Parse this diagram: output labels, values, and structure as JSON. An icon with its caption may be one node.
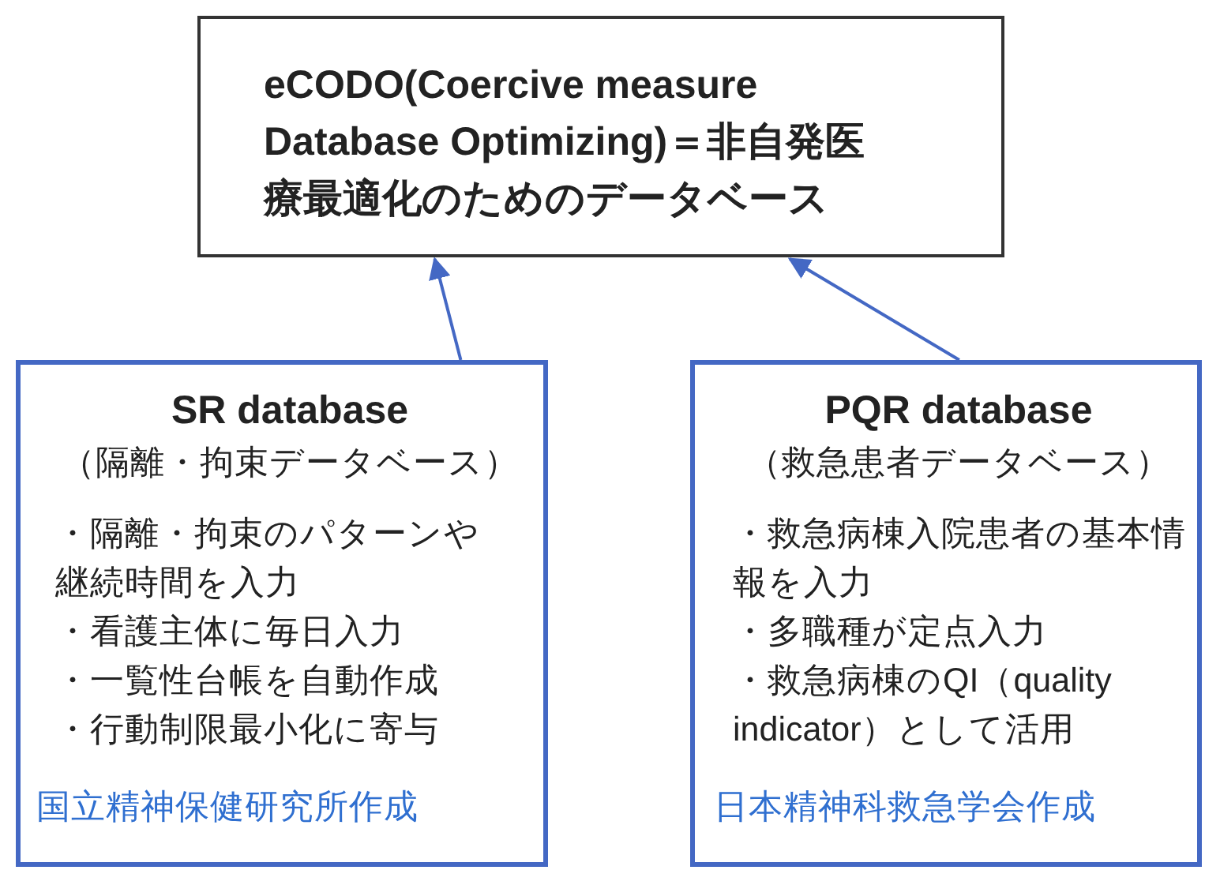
{
  "diagram": {
    "nodes": [
      {
        "text": [
          "eCODO(Coercive measure Database Optimizing)＝非自発医療最適化のためのデータベース"
        ]
      },
      {
        "text": [
          "SR database",
          "（隔離・拘束データベース）",
          "・隔離・拘束のパターンや継続時間を入力",
          "・看護主体に毎日入力",
          "・一覧性台帳を自動作成",
          "・行動制限最小化に寄与",
          "国立精神保健研究所作成"
        ]
      },
      {
        "text": [
          "PQR database",
          "（救急患者データベース）",
          "・救急病棟入院患者の基本情報を入力",
          "・多職種が定点入力",
          "・救急病棟のQI（quality indicator）として活用",
          "日本精神科救急学会作成"
        ]
      }
    ],
    "edges": [
      {
        "from": 1,
        "to": 0,
        "arrow": "to",
        "color": "#4468c4"
      },
      {
        "from": 2,
        "to": 0,
        "arrow": "to",
        "color": "#4468c4"
      }
    ]
  }
}
